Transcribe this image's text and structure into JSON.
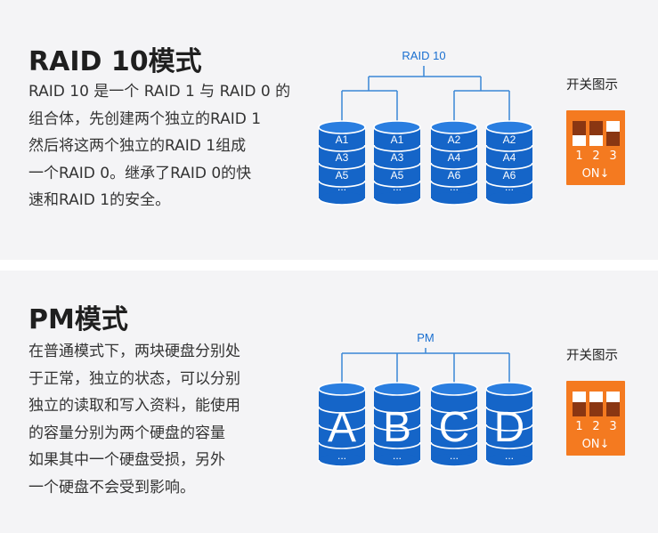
{
  "raid": {
    "title": "RAID 10模式",
    "desc_lines": [
      "RAID 10 是一个 RAID 1 与 RAID 0 的",
      "组合体，先创建两个独立的RAID 1",
      "然后将这两个独立的RAID 1组成",
      "一个RAID 0。继承了RAID 0的快",
      "速和RAID 1的安全。"
    ],
    "diagram_label": "RAID 10",
    "disks": [
      {
        "labels": [
          "A1",
          "A3",
          "A5",
          "..."
        ]
      },
      {
        "labels": [
          "A1",
          "A3",
          "A5",
          "..."
        ]
      },
      {
        "labels": [
          "A2",
          "A4",
          "A6",
          "..."
        ]
      },
      {
        "labels": [
          "A2",
          "A4",
          "A6",
          "..."
        ]
      }
    ],
    "switch_label": "开关图示",
    "switch_numbers": [
      "1",
      "2",
      "3"
    ],
    "switch_positions": [
      "down",
      "down",
      "up"
    ],
    "switch_on": "ON↓"
  },
  "pm": {
    "title": "PM模式",
    "desc_lines": [
      "在普通模式下，两块硬盘分别处",
      "于正常，独立的状态，可以分别",
      "独立的读取和写入资料，能使用",
      "的容量分别为两个硬盘的容量",
      "如果其中一个硬盘受损，另外",
      "一个硬盘不会受到影响。"
    ],
    "diagram_label": "PM",
    "disks": [
      {
        "letter": "A",
        "dots": "..."
      },
      {
        "letter": "B",
        "dots": "..."
      },
      {
        "letter": "C",
        "dots": "..."
      },
      {
        "letter": "D",
        "dots": "..."
      }
    ],
    "switch_label": "开关图示",
    "switch_numbers": [
      "1",
      "2",
      "3"
    ],
    "switch_positions": [
      "up",
      "up",
      "up"
    ],
    "switch_on": "ON↓"
  },
  "colors": {
    "disk_fill": "#1565c8",
    "disk_top": "#2a7ee0",
    "disk_stroke": "#ffffff",
    "connector": "#3a86d6",
    "switch_bg": "#f47a20",
    "switch_slot": "#8a3612"
  }
}
